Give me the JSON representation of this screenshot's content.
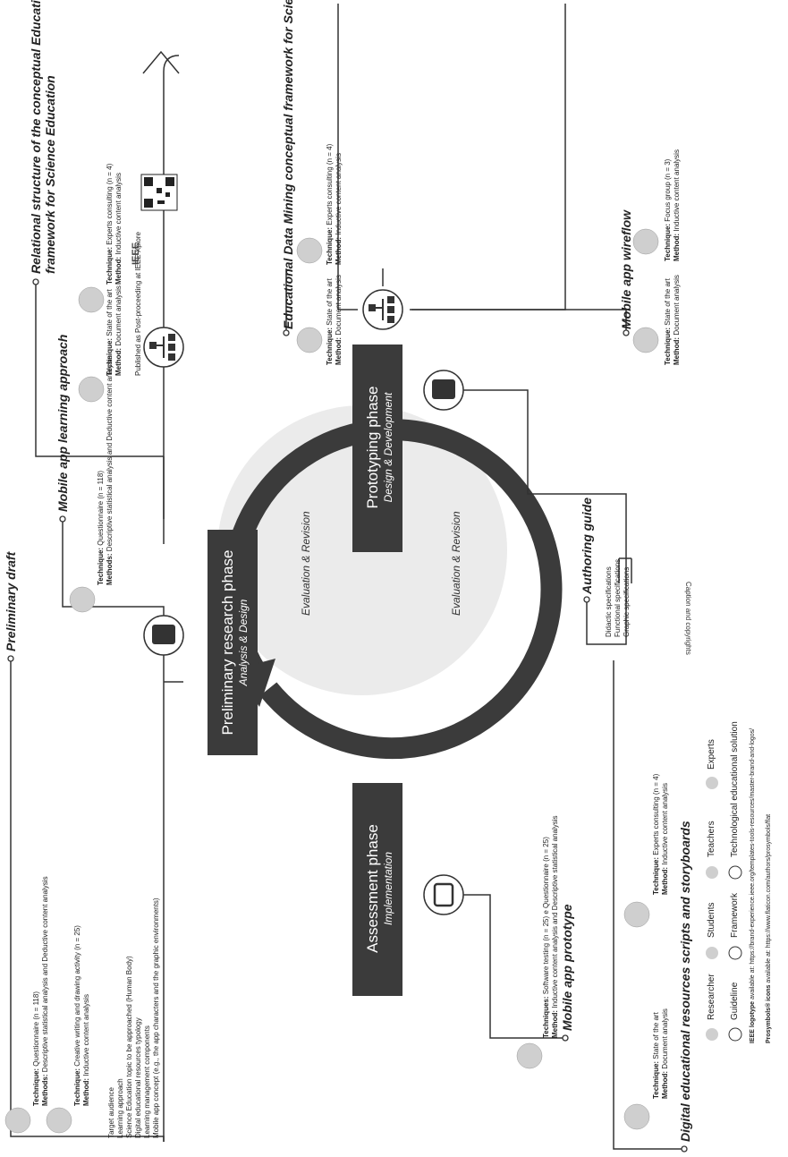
{
  "phases": {
    "preliminary": {
      "title": "Preliminary research phase",
      "subtitle": "Analysis & Design"
    },
    "prototyping": {
      "title": "Prototyping phase",
      "subtitle": "Design & Development"
    },
    "assessment": {
      "title": "Assessment phase",
      "subtitle": "Implementation"
    }
  },
  "cycle": {
    "left_label": "Evaluation & Revision",
    "right_label": "Evaluation & Revision"
  },
  "outputs": {
    "preliminary_draft": {
      "title": "Preliminary draft",
      "t1_tech_label": "Technique:",
      "t1_tech": "Questionnaire (n = 118)",
      "t1_meth_label": "Methods:",
      "t1_meth": "Descriptive statistical analysis and Deductive content analysis",
      "t2_tech_label": "Technique:",
      "t2_tech": "Creative writing and drawing activity (n = 25)",
      "t2_meth_label": "Method:",
      "t2_meth": "Inductive content analysis",
      "topics": [
        "Target audience",
        "Learning approach",
        "Science Education topic to be approached (Human Body)",
        "Digital educational resources typology",
        "Learning management components",
        "Mobile app concept (e.g., the app characters and the graphic environments)"
      ]
    },
    "learning_approach": {
      "title": "Mobile app learning approach",
      "tech_label": "Technique:",
      "tech": "Questionnaire (n = 118)",
      "meth_label": "Methods:",
      "meth": "Descriptive statistical analysis and Deductive content analysis"
    },
    "relational": {
      "title1": "Relational structure of the conceptual Educational Data Mining",
      "title2": "framework for Science Education",
      "t1_tech_label": "Technique:",
      "t1_tech": "State of the art",
      "t1_meth_label": "Method:",
      "t1_meth": "Document analysis",
      "t2_tech_label": "Technique:",
      "t2_tech": "Experts consulting (n = 4)",
      "t2_meth_label": "Method:",
      "t2_meth": "Inductive content analysis",
      "published": "Published as Post-proceeding at IEEE Xplore",
      "ieee_logo": "IEEE"
    },
    "edm_framework": {
      "title": "Educational Data Mining conceptual framework for Science Education",
      "t1_tech_label": "Technique:",
      "t1_tech": "State of the art",
      "t1_meth_label": "Method:",
      "t1_meth": "Document analysis",
      "t2_tech_label": "Technique:",
      "t2_tech": "Experts consulting (n = 4)",
      "t2_meth_label": "Method:",
      "t2_meth": "Inductive content analysis"
    },
    "wireflow": {
      "title": "Mobile app wireflow",
      "t1_tech_label": "Technique:",
      "t1_tech": "State of the art",
      "t1_meth_label": "Method:",
      "t1_meth": "Document analysis",
      "t2_tech_label": "Technique:",
      "t2_tech": "Focus group (n = 3)",
      "t2_meth_label": "Method:",
      "t2_meth": "Inductive content analysis"
    },
    "authoring": {
      "title": "Authoring guide",
      "items": [
        "Didactic specifications",
        "Functional specifications",
        "Graphic specifications"
      ]
    },
    "prototype": {
      "title": "Mobile app prototype",
      "tech_label": "Techniques:",
      "tech": "Software testing (n = 25) e Questionnaire (n = 25)",
      "meth_label": "Method:",
      "meth": "Inductive content analysis and Descriptive statistical analysis"
    },
    "scripts": {
      "title": "Digital educational resources scripts and storyboards",
      "t1_tech_label": "Technique:",
      "t1_tech": "State of the art",
      "t1_meth_label": "Method:",
      "t1_meth": "Document analysis",
      "t2_tech_label": "Technique:",
      "t2_tech": "Experts consulting (n = 4)",
      "t2_meth_label": "Method:",
      "t2_meth": "Inductive content analysis"
    }
  },
  "legend": {
    "researcher": "Researcher",
    "students": "Students",
    "teachers": "Teachers",
    "experts": "Experts",
    "guideline": "Guideline",
    "framework": "Framework",
    "tech_solution": "Technological educational solution",
    "caption": "Caption and copyrights",
    "ieee_note_bold": "IEEE logotype",
    "ieee_note": "available at: https://brand-experience.ieee.org/templates-tools-resources/master-brand-and-logos/",
    "pros_note_bold": "Prosymbols® icons",
    "pros_note": "available at:  https://www.flaticon.com/authors/prosymbols/flat"
  },
  "colors": {
    "phase_box": "#3b3b3b",
    "cycle_ring": "#3b3b3b",
    "cycle_fill": "#ebebeb",
    "line": "#333333"
  }
}
